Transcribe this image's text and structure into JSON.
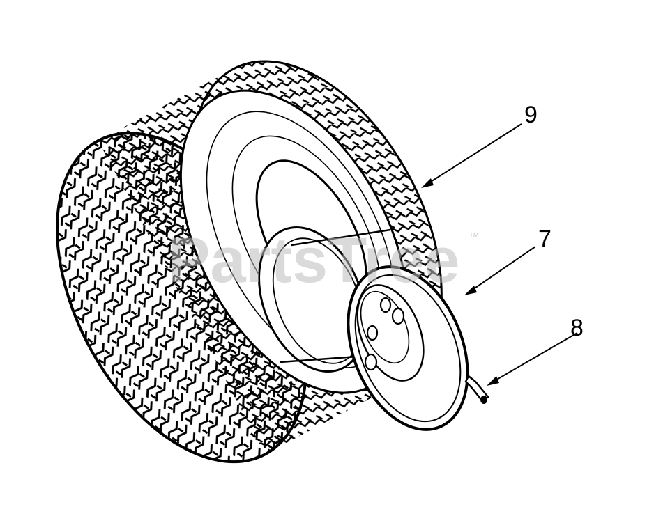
{
  "callouts": [
    {
      "number": "9",
      "part": "tire"
    },
    {
      "number": "7",
      "part": "rim"
    },
    {
      "number": "8",
      "part": "valve-stem"
    }
  ],
  "watermark": {
    "text": "PartsTree",
    "trademark": "™"
  },
  "colors": {
    "line": "#000000",
    "background": "#ffffff",
    "watermark": "#bdbdbd"
  }
}
